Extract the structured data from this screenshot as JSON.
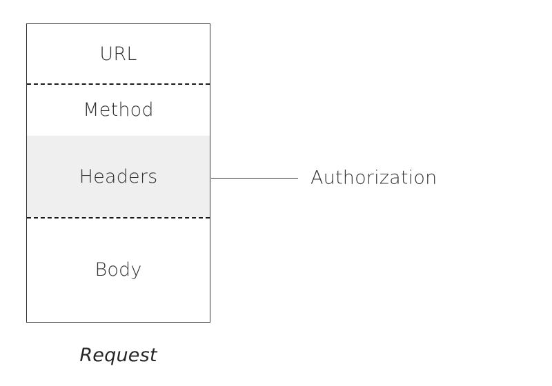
{
  "diagram": {
    "caption": "Request",
    "box": {
      "sections": [
        {
          "label": "URL",
          "highlighted": false
        },
        {
          "label": "Method",
          "highlighted": false
        },
        {
          "label": "Headers",
          "highlighted": true
        },
        {
          "label": "Body",
          "highlighted": false
        }
      ]
    },
    "annotations": [
      {
        "label": "Authorization",
        "attached_to": "Headers"
      }
    ],
    "colors": {
      "background": "#ffffff",
      "border": "#333333",
      "text": "#333333",
      "highlight_fill": "#efefef",
      "divider": "#1a1a1a"
    }
  }
}
